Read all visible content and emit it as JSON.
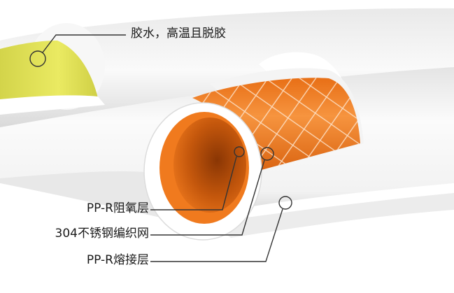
{
  "labels": {
    "glue_layer": "胶水，高温且脱胶",
    "oxygen_barrier": "PP-R阻氧层",
    "steel_mesh": "304不锈钢编织网",
    "fusion_layer": "PP-R熔接层"
  },
  "colors": {
    "background": "#ffffff",
    "pipe_white": "#f3f3f3",
    "pipe_shadow": "#d9d9d9",
    "glue_yellow": "#e4e35a",
    "inner_orange": "#f07a1e",
    "inner_dark": "#b44d0a",
    "callout_line": "#333333"
  }
}
